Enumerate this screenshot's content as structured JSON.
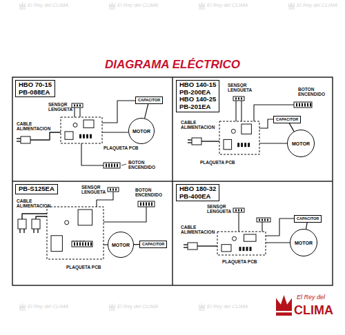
{
  "diagram": {
    "title": "DIAGRAMA ELÉCTRICO",
    "nodes": [
      {
        "text": [
          "HBO 70-15",
          "PB-088EA"
        ]
      },
      {
        "text": [
          "CAPACITOR"
        ]
      },
      {
        "text": [
          "MOTOR"
        ]
      },
      {
        "text": [
          "HBO 140-15",
          "PB-200EA",
          "HBO 140-25",
          "PB-201EA"
        ]
      },
      {
        "text": [
          "CAPACITOR"
        ]
      },
      {
        "text": [
          "MOTOR"
        ]
      },
      {
        "text": [
          "PB-S125EA"
        ]
      },
      {
        "text": [
          "MOTOR"
        ]
      },
      {
        "text": [
          "CAPACITOR"
        ]
      },
      {
        "text": [
          "HBO 180-32",
          "PB-400EA"
        ]
      },
      {
        "text": [
          "CAPACITOR"
        ]
      },
      {
        "text": [
          "MOTOR"
        ]
      }
    ],
    "edges": [
      {
        "from": 1,
        "to": 2,
        "arrow": "none"
      },
      {
        "from": 4,
        "to": 5,
        "arrow": "none"
      },
      {
        "from": 8,
        "to": 7,
        "arrow": "none"
      },
      {
        "from": 10,
        "to": 11,
        "arrow": "none"
      }
    ],
    "labels": [
      "SENSOR LENGÜETA",
      "CABLE ALIMENTACION",
      "PLAQUETA PCB",
      "BOTON ENCENDIDO",
      "SENSOR LENGÜETA",
      "BOTON ENCENDIDO",
      "CABLE ALIMENTACION",
      "PLAQUETA PCB",
      "SENSOR LENGÜETA",
      "BOTON ENCENDIDO",
      "CABLE ALIMENTACION",
      "PLAQUETA PCB",
      "SENSOR LENGÜETA",
      "CABLE ALIMENTACION",
      "PLAQUETA PCB",
      "El Rey del",
      "CLIMA",
      "El Rey del CLIMA",
      "El Rey del CLIMA",
      "El Rey del CLIMA",
      "El Rey del CLIMA",
      "El Rey del CLIMA",
      "El Rey del CLIMA",
      "El Rey del CLIMA"
    ]
  }
}
